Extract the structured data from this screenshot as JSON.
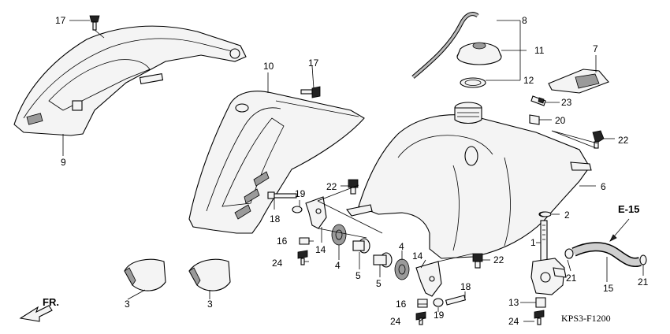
{
  "diagram": {
    "code": "KPS3-F1200",
    "ref": "E-15",
    "direction": "FR.",
    "callouts": [
      {
        "id": "c17a",
        "text": "17"
      },
      {
        "id": "c9",
        "text": "9"
      },
      {
        "id": "c10",
        "text": "10"
      },
      {
        "id": "c17b",
        "text": "17"
      },
      {
        "id": "c8",
        "text": "8"
      },
      {
        "id": "c11",
        "text": "11"
      },
      {
        "id": "c12",
        "text": "12"
      },
      {
        "id": "c7",
        "text": "7"
      },
      {
        "id": "c23",
        "text": "23"
      },
      {
        "id": "c20",
        "text": "20"
      },
      {
        "id": "c22a",
        "text": "22"
      },
      {
        "id": "c6",
        "text": "6"
      },
      {
        "id": "c22b",
        "text": "22"
      },
      {
        "id": "c2",
        "text": "2"
      },
      {
        "id": "c19a",
        "text": "19"
      },
      {
        "id": "c18a",
        "text": "18"
      },
      {
        "id": "c16a",
        "text": "16"
      },
      {
        "id": "c14a",
        "text": "14"
      },
      {
        "id": "c24a",
        "text": "24"
      },
      {
        "id": "c4a",
        "text": "4"
      },
      {
        "id": "c5a",
        "text": "5"
      },
      {
        "id": "c4b",
        "text": "4"
      },
      {
        "id": "c5b",
        "text": "5"
      },
      {
        "id": "c14b",
        "text": "14"
      },
      {
        "id": "c22c",
        "text": "22"
      },
      {
        "id": "c1",
        "text": "1"
      },
      {
        "id": "c21a",
        "text": "21"
      },
      {
        "id": "c15",
        "text": "15"
      },
      {
        "id": "c21b",
        "text": "21"
      },
      {
        "id": "c18b",
        "text": "18"
      },
      {
        "id": "c16b",
        "text": "16"
      },
      {
        "id": "c19b",
        "text": "19"
      },
      {
        "id": "c24b",
        "text": "24"
      },
      {
        "id": "c13",
        "text": "13"
      },
      {
        "id": "c24c",
        "text": "24"
      },
      {
        "id": "c3a",
        "text": "3"
      },
      {
        "id": "c3b",
        "text": "3"
      }
    ]
  }
}
